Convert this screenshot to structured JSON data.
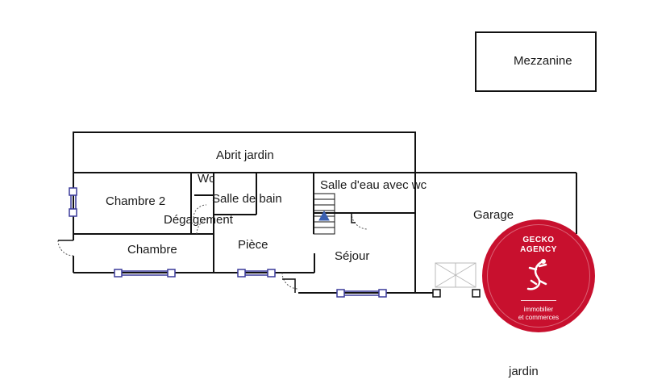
{
  "rooms": {
    "mezzanine": "Mezzanine",
    "abrit_jardin": "Abrit jardin",
    "wc": "Wc",
    "chambre_2": "Chambre 2",
    "salle_de_bain": "Salle de bain",
    "salle_eau": "Salle d'eau avec wc",
    "garage": "Garage",
    "degagement": "Dégagement",
    "chambre": "Chambre",
    "piece": "Pièce",
    "sejour": "Séjour",
    "jardin": "jardin"
  },
  "logo": {
    "line1": "GECKO",
    "line2": "AGENCY",
    "tag1": "immobilier",
    "tag2": "et commerces",
    "icon": "gecko-icon",
    "color": "#c8102e"
  },
  "colors": {
    "wall": "#111111",
    "window": "#3a3a9a"
  }
}
